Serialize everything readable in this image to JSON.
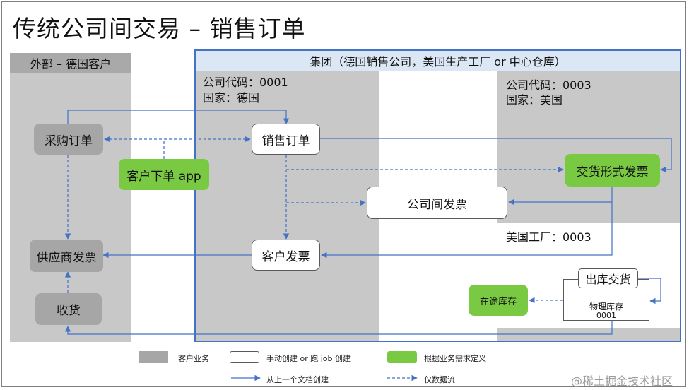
{
  "title": "传统公司间交易 – 销售订单",
  "external": {
    "header": "外部 – 德国客户"
  },
  "group": {
    "header": "集团（德国销售公司，美国生产工厂 or 中心仓库）"
  },
  "company_de": {
    "code": "公司代码：0001",
    "country": "国家：德国"
  },
  "company_us": {
    "code": "公司代码：0003",
    "country": "国家：美国"
  },
  "plant_us": {
    "label": "美国工厂：0003"
  },
  "nodes": {
    "purchase_order": "采购订单",
    "customer_app": "客户下单 app",
    "sales_order": "销售订单",
    "proforma_invoice": "交货形式发票",
    "intercompany_invoice": "公司间发票",
    "customer_invoice": "客户发票",
    "supplier_invoice": "供应商发票",
    "goods_receipt": "收货",
    "goods_issue": "出库交货",
    "physical_stock": "物理库存",
    "physical_stock_id": "0001",
    "in_transit_stock": "在途库存"
  },
  "legend": {
    "customer_business": "客户业务",
    "manual_or_job": "手动创建 or 跑 job 创建",
    "business_defined": "根据业务需求定义",
    "from_previous_doc": "从上一个文档创建",
    "data_flow_only": "仅数据流"
  },
  "watermark": "@稀土掘金技术社区",
  "colors": {
    "line": "#4472c4",
    "gray_box": "#a6a6a6",
    "green_box": "#7ac943",
    "panel": "#c8c8c8",
    "group_head": "#dce7f5"
  }
}
